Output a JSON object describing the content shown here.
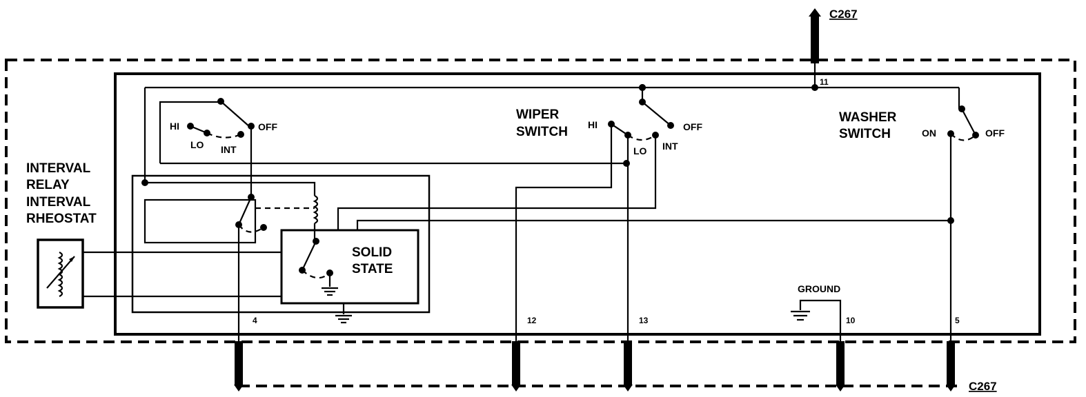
{
  "connectors": {
    "top": "C267",
    "bottom": "C267"
  },
  "labels": {
    "interval_relay_line1": "INTERVAL",
    "interval_relay_line2": "RELAY",
    "interval_rheostat_line1": "INTERVAL",
    "interval_rheostat_line2": "RHEOSTAT",
    "wiper_switch_line1": "WIPER",
    "wiper_switch_line2": "SWITCH",
    "washer_switch_line1": "WASHER",
    "washer_switch_line2": "SWITCH",
    "solid_state_line1": "SOLID",
    "solid_state_line2": "STATE",
    "ground": "GROUND"
  },
  "switch_positions": {
    "relay_hi": "HI",
    "relay_lo": "LO",
    "relay_int": "INT",
    "relay_off": "OFF",
    "wiper_hi": "HI",
    "wiper_lo": "LO",
    "wiper_int": "INT",
    "wiper_off": "OFF",
    "washer_on": "ON",
    "washer_off": "OFF"
  },
  "pins": {
    "p11": "11",
    "p4": "4",
    "p12": "12",
    "p13": "13",
    "p10": "10",
    "p5": "5"
  }
}
